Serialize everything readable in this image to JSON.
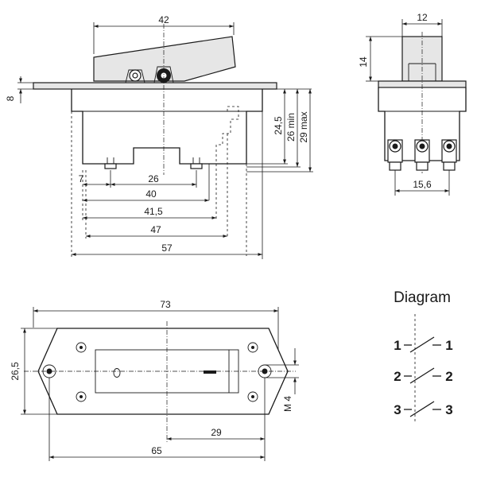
{
  "side_view": {
    "dims": {
      "width_top": "42",
      "flange": "8",
      "d24_5": "24,5",
      "d26min": "26 min",
      "d29max": "29 max",
      "d7": "7",
      "d26": "26",
      "d40": "40",
      "d41_5": "41,5",
      "d47": "47",
      "d57": "57"
    }
  },
  "end_view": {
    "dims": {
      "width_top": "12",
      "height_top": "14",
      "pitch": "15,6"
    }
  },
  "plan_view": {
    "dims": {
      "overall": "73",
      "height": "26,5",
      "half": "29",
      "holes": "65",
      "thread": "M 4"
    }
  },
  "wiring": {
    "title": "Diagram",
    "poles": [
      {
        "left": "1",
        "right": "1"
      },
      {
        "left": "2",
        "right": "2"
      },
      {
        "left": "3",
        "right": "3"
      }
    ]
  }
}
